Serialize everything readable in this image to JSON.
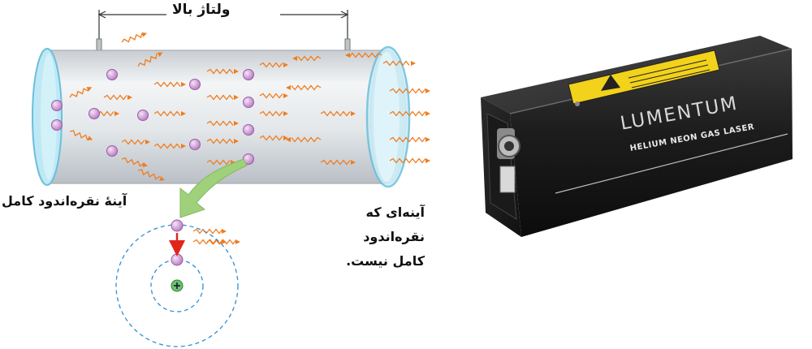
{
  "labels": {
    "high_voltage": "ولتاژ بالا",
    "full_mirror": "آینهٔ نقره‌اندود کامل",
    "partial_mirror_line1": "آینه‌ای که نقره‌اندود",
    "partial_mirror_line2": "کامل نیست."
  },
  "laser_device": {
    "brand": "LUMENTUM",
    "model": "HELIUM NEON GAS LASER"
  },
  "colors": {
    "tube_body": "#dfe3e6",
    "mirror": "#bfe8f5",
    "photon_wave": "#f07c1e",
    "atom": "#d9a6df",
    "arrow": "#9fd07a",
    "decay_arrow": "#e0261b",
    "orbit": "#2f8fd6",
    "nucleus": "#6cc36b",
    "warning_label": "#f2d21a",
    "device_body": "#1e1e1e"
  }
}
